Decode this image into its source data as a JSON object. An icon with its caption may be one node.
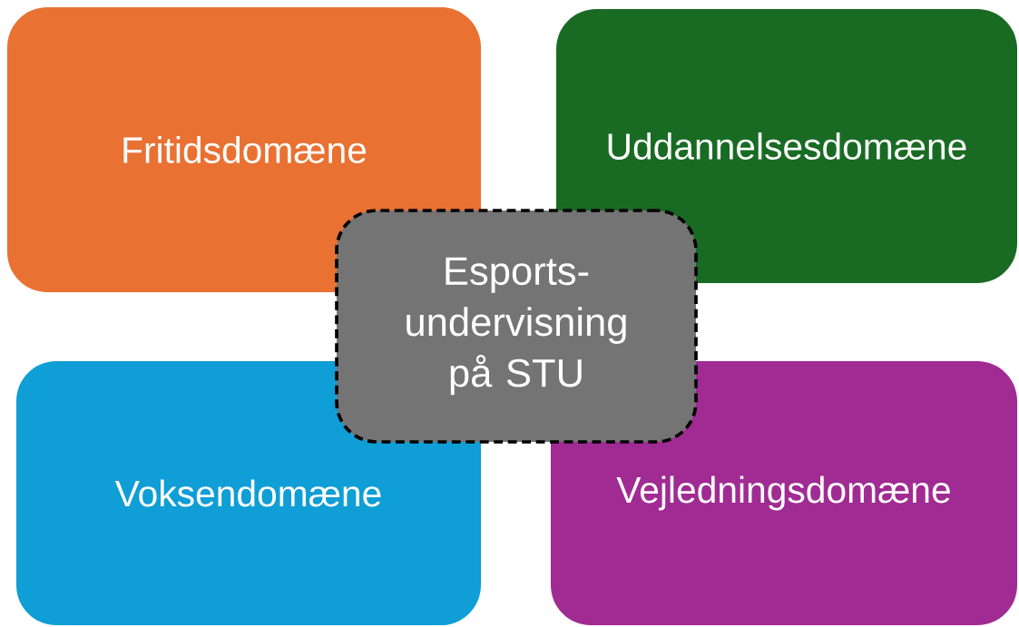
{
  "diagram": {
    "nodes": [
      {
        "text": [
          "Fritidsdomæne"
        ]
      },
      {
        "text": [
          "Uddannelsesdomæne"
        ]
      },
      {
        "text": [
          "Voksendomæne"
        ]
      },
      {
        "text": [
          "Vejledningsdomæne"
        ]
      },
      {
        "text": [
          "Esports-undervisning på STU"
        ]
      }
    ]
  }
}
